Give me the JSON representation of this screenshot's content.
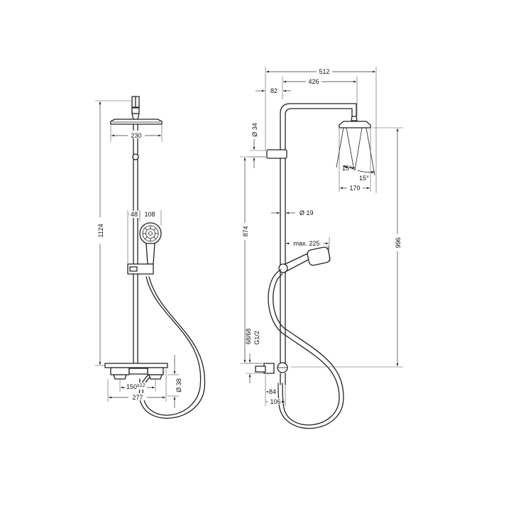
{
  "front_view": {
    "overall_height": "1124",
    "head_diameter": "230",
    "offset_48": "48",
    "offset_108": "108",
    "valve_centers_main": "150",
    "valve_centers_tol": "±12",
    "valve_width": "277",
    "outlet_diameter": "Ø 38"
  },
  "side_view": {
    "overall_projection": "512",
    "arm_length": "426",
    "arm_offset": "82",
    "pipe_diameter_upper": "Ø 34",
    "rail_diameter": "Ø 19",
    "height_874": "874",
    "height_996": "996",
    "hand_shower_max": "max. 225",
    "connection_distance": "68/68",
    "thread": "G1/2",
    "angle_left": "15°",
    "angle_right": "15°",
    "head_size": "170",
    "wall_84": "84",
    "wall_106": "106"
  }
}
